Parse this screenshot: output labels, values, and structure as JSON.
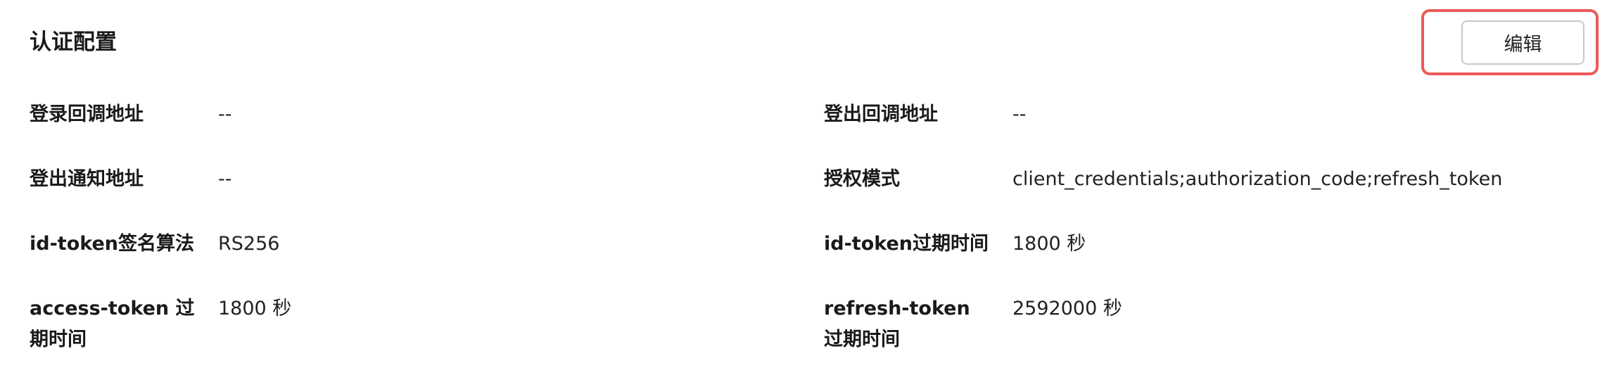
{
  "header": {
    "title": "认证配置",
    "edit_label": "编辑"
  },
  "fields": [
    {
      "label": "登录回调地址",
      "value": "--"
    },
    {
      "label": "登出回调地址",
      "value": "--"
    },
    {
      "label": "登出通知地址",
      "value": "--"
    },
    {
      "label": "授权模式",
      "value": "client_credentials;authorization_code;refresh_token"
    },
    {
      "label": "id-token签名算法",
      "value": "RS256"
    },
    {
      "label": "id-token过期时间",
      "value": "1800 秒"
    },
    {
      "label": "access-token 过期时间",
      "value": "1800 秒"
    },
    {
      "label": "refresh-token 过期时间",
      "value": "2592000 秒"
    }
  ]
}
